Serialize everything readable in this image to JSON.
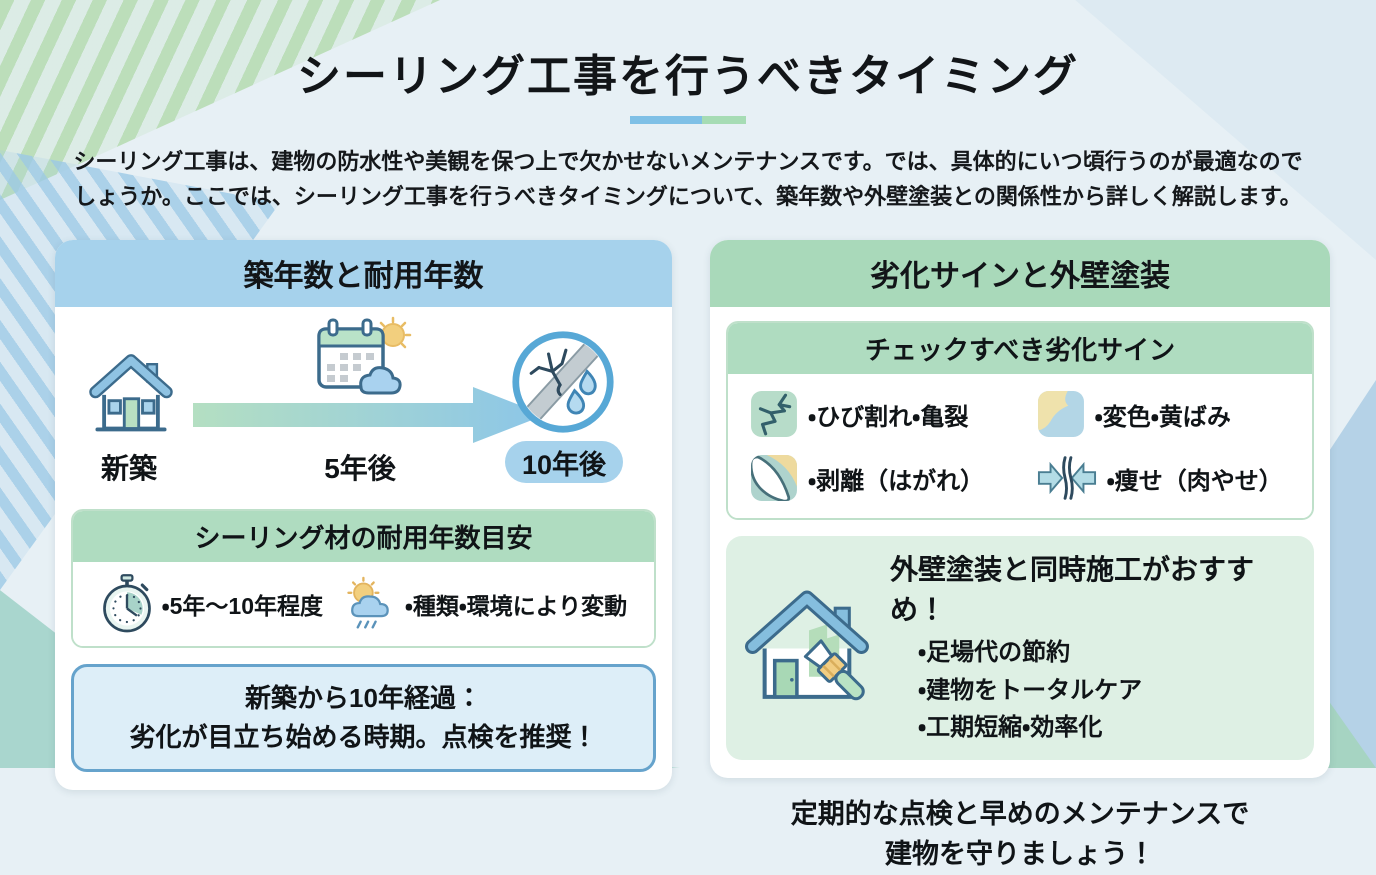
{
  "page": {
    "title": "シーリング工事を行うべきタイミング",
    "intro_line1": "シーリング工事は、建物の防水性や美観を保つ上で欠かせないメンテナンスです。では、具体的にいつ頃行うのが最適なので",
    "intro_line2": "しょうか。ここでは、シーリング工事を行うべきタイミングについて、築年数や外壁塗装との関係性から詳しく解説します。"
  },
  "left_panel": {
    "title": "築年数と耐用年数",
    "timeline": {
      "stage1_label": "新築",
      "stage1_icon": "house-icon",
      "stage2_label": "5年後",
      "stage2_icon": "calendar-weather-icon",
      "stage3_label": "10年後",
      "stage3_icon": "cracked-sealant-icon"
    },
    "lifespan_box": {
      "title": "シーリング材の耐用年数目安",
      "item1": "・5年〜10年程度",
      "item1_icon": "stopwatch-icon",
      "item2": "・種類・環境により変動",
      "item2_icon": "sun-rain-icon"
    },
    "alert_box": {
      "line1": "新築から10年経過：",
      "line2": "劣化が目立ち始める時期。点検を推奨！"
    }
  },
  "right_panel": {
    "title": "劣化サインと外壁塗装",
    "signs_box": {
      "title": "チェックすべき劣化サイン",
      "items": [
        {
          "label": "・ひび割れ・亀裂",
          "icon": "crack-icon"
        },
        {
          "label": "・変色・黄ばみ",
          "icon": "discoloration-icon"
        },
        {
          "label": "・剥離（はがれ）",
          "icon": "peeling-icon"
        },
        {
          "label": "・痩せ（肉やせ）",
          "icon": "shrinkage-icon"
        }
      ]
    },
    "recommend_box": {
      "title": "外壁塗装と同時施工がおすすめ！",
      "icon": "house-paintbrush-icon",
      "items": [
        "・足場代の節約",
        "・建物をトータルケア",
        "・工期短縮・効率化"
      ]
    },
    "footer_line1": "定期的な点検と早めのメンテナンスで",
    "footer_line2": "建物を守りましょう！"
  },
  "colors": {
    "accent_blue": "#a6d2ec",
    "accent_green": "#a9d9ba",
    "subheader_green": "#afdcc0",
    "alert_bg": "#ddeef8",
    "alert_border": "#66a3cc",
    "recommend_bg": "#def0e4",
    "divider_blue": "#7fc0e6",
    "divider_green": "#a6dcb4",
    "background": "#e7f0f5"
  }
}
